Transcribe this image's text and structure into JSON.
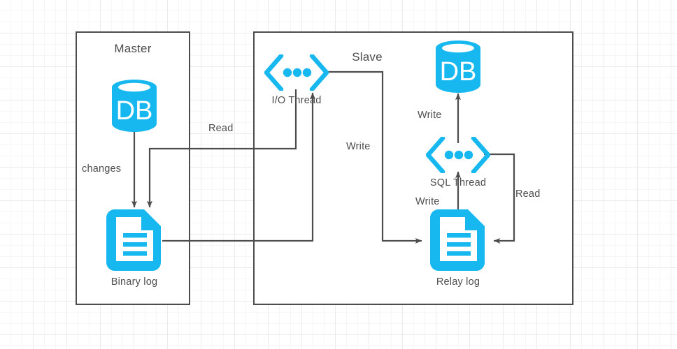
{
  "diagram": {
    "title_master": "Master",
    "title_slave": "Slave",
    "accent_color": "#17b8ef",
    "line_color": "#4d4d4d",
    "text_color": "#4d4d4d",
    "background": "#ffffff",
    "grid_color": "#ebebeb"
  },
  "master": {
    "box_label": "Master",
    "db": {
      "label": "DB",
      "icon": "database-cylinder-icon"
    },
    "binary_log": {
      "label": "Binary log",
      "icon": "document-log-icon"
    }
  },
  "slave": {
    "box_label": "Slave",
    "io_thread": {
      "label": "I/O Thread",
      "icon": "code-brackets-dots-icon"
    },
    "sql_thread": {
      "label": "SQL Thread",
      "icon": "code-brackets-dots-icon"
    },
    "relay_log": {
      "label": "Relay log",
      "icon": "document-log-icon"
    },
    "db": {
      "label": "DB",
      "icon": "database-cylinder-icon"
    }
  },
  "edges": [
    {
      "id": "master-db-to-binlog",
      "label": "changes",
      "from": "master.db",
      "to": "master.binary_log"
    },
    {
      "id": "binlog-read-to-io-thread",
      "label": "Read",
      "from": "master.binary_log",
      "to": "slave.io_thread"
    },
    {
      "id": "io-thread-write-to-relaylog",
      "label": "Write",
      "from": "slave.io_thread",
      "to": "slave.relay_log"
    },
    {
      "id": "relaylog-read-to-sql-thread",
      "label": "Read",
      "from": "slave.relay_log",
      "to": "slave.sql_thread"
    },
    {
      "id": "sql-thread-write-to-relaylog",
      "label": "Write",
      "from": "slave.sql_thread",
      "to": "slave.relay_log"
    },
    {
      "id": "sql-thread-write-to-db",
      "label": "Write",
      "from": "slave.sql_thread",
      "to": "slave.db"
    }
  ],
  "edge_labels": {
    "changes": "changes",
    "read_master": "Read",
    "write_io": "Write",
    "write_sql_db": "Write",
    "write_sql_relay": "Write",
    "read_relay": "Read"
  }
}
